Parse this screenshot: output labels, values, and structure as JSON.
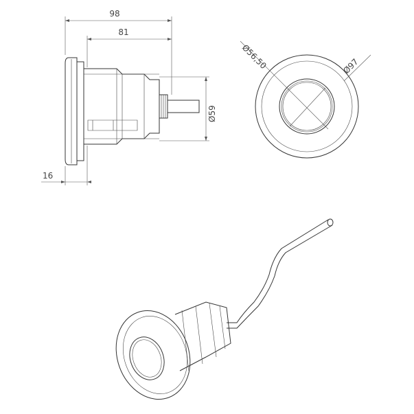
{
  "drawing": {
    "side_view": {
      "overall_length_label": "98",
      "body_length_label": "81",
      "flange_thickness_label": "16",
      "body_diameter_label": "Ø59"
    },
    "front_view": {
      "lens_diameter_label": "Ø56,50",
      "flange_diameter_label": "Ø97"
    }
  }
}
